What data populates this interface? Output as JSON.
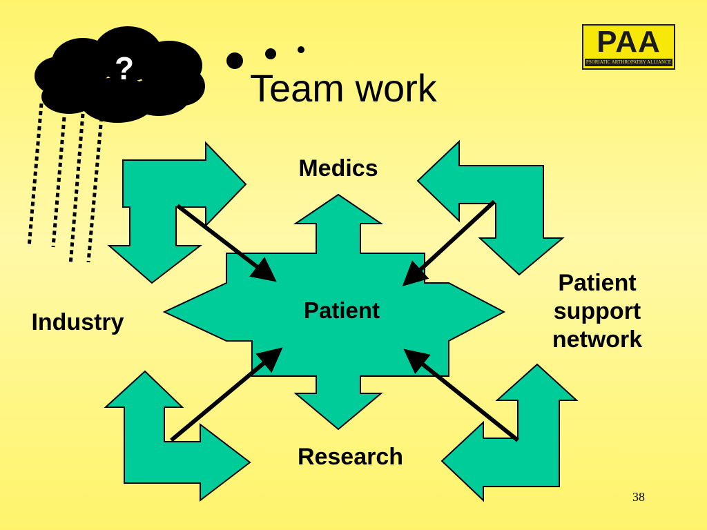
{
  "slide": {
    "title": "Team work",
    "number": "38"
  },
  "labels": {
    "center": "Patient",
    "top": "Medics",
    "left": "Industry",
    "bottom": "Research",
    "right_line1": "Patient",
    "right_line2": "support",
    "right_line3": "network"
  },
  "thought_cloud": {
    "symbol": "?"
  },
  "logo": {
    "letters": "PAA",
    "subtitle": "PSORIATIC ARTHROPATHY ALLIANCE"
  },
  "colors": {
    "arrow_fill": "#00cc99",
    "outline": "#000000",
    "background": "#fff46b",
    "logo_bg": "#f7e80a"
  },
  "icons": [
    "cloud-icon",
    "rain-icon",
    "thought-dots-icon",
    "arrow-icon"
  ]
}
